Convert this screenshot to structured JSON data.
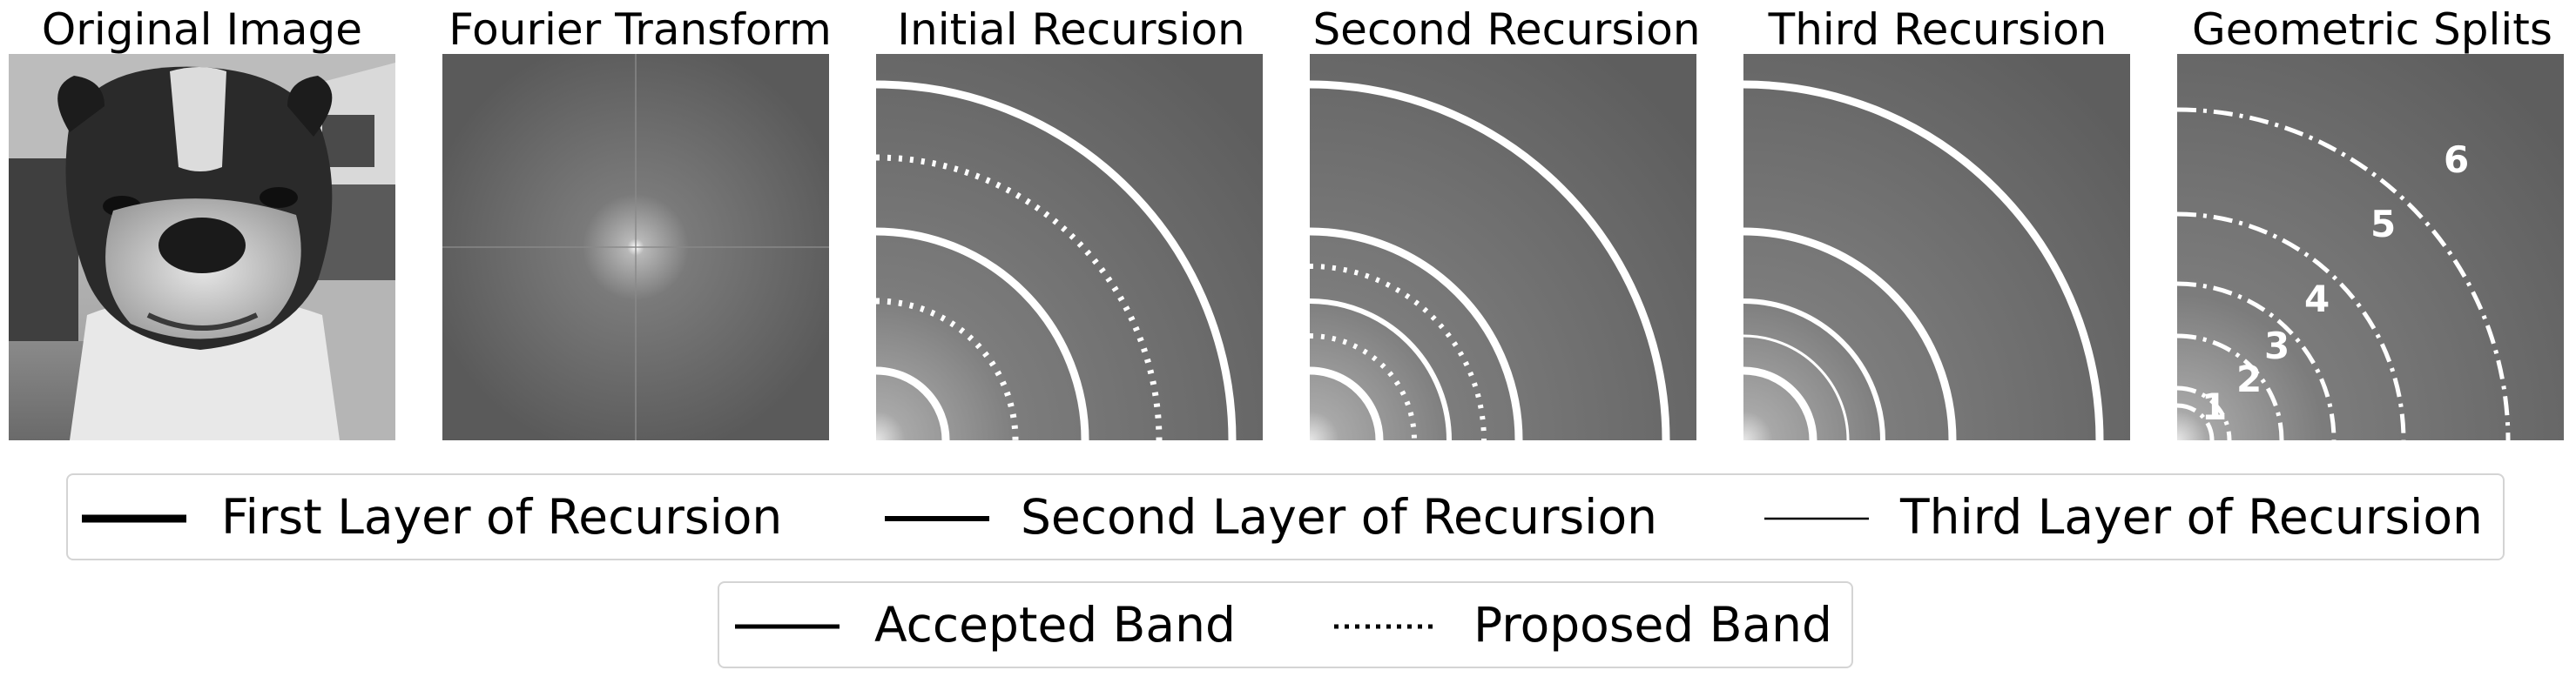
{
  "panels": [
    {
      "title": "Original Image",
      "kind": "photo",
      "icon": "dog-photo"
    },
    {
      "title": "Fourier Transform",
      "kind": "spectrum"
    },
    {
      "title": "Initial Recursion",
      "kind": "arcs"
    },
    {
      "title": "Second Recursion",
      "kind": "arcs"
    },
    {
      "title": "Third Recursion",
      "kind": "arcs"
    },
    {
      "title": "Geometric Splits",
      "kind": "splits",
      "split_labels": [
        "1",
        "2",
        "3",
        "4",
        "5",
        "6"
      ]
    }
  ],
  "legend_layers": {
    "items": [
      {
        "label": "First Layer of Recursion",
        "line_style": "solid-thick"
      },
      {
        "label": "Second Layer of Recursion",
        "line_style": "solid-medium"
      },
      {
        "label": "Third Layer of Recursion",
        "line_style": "solid-thin"
      }
    ]
  },
  "legend_bands": {
    "items": [
      {
        "label": "Accepted Band",
        "line_style": "solid"
      },
      {
        "label": "Proposed Band",
        "line_style": "dotted"
      }
    ]
  },
  "colors": {
    "arc": "#ffffff",
    "spectrum_background": "#5e5e5e",
    "legend_border": "#d4d4d4",
    "text": "#000000"
  }
}
